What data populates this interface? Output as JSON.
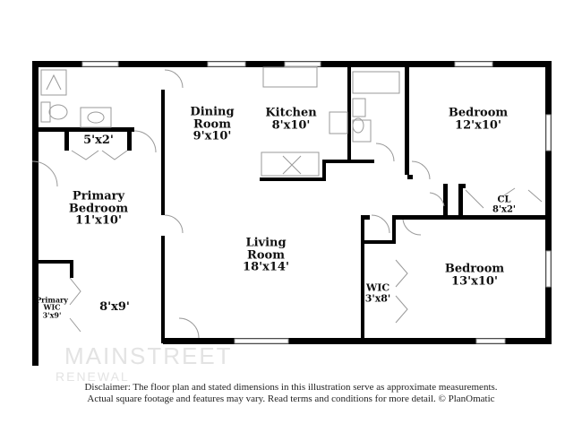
{
  "rooms": {
    "dining": {
      "name": "Dining\nRoom",
      "line1": "Dining",
      "line2": "Room",
      "dims": "9'x10'"
    },
    "kitchen": {
      "name": "Kitchen",
      "dims": "8'x10'"
    },
    "bedroom_top": {
      "name": "Bedroom",
      "dims": "12'x10'"
    },
    "bath_closet": {
      "dims": "5'x2'"
    },
    "primary_bedroom": {
      "line1": "Primary",
      "line2": "Bedroom",
      "dims": "11'x10'"
    },
    "closet": {
      "name": "CL",
      "dims": "8'x2'"
    },
    "living": {
      "line1": "Living",
      "line2": "Room",
      "dims": "18'x14'"
    },
    "bedroom_bottom": {
      "name": "Bedroom",
      "dims": "13'x10'"
    },
    "wic": {
      "name": "WIC",
      "dims": "3'x8'"
    },
    "primary_wic": {
      "line1": "Primary",
      "line2": "WIC",
      "dims": "3'x9'"
    },
    "primary_area": {
      "dims": "8'x9'"
    }
  },
  "watermark": {
    "line1": "MAINSTREET",
    "line2": "RENEWAL"
  },
  "disclaimer": {
    "line1": "Disclaimer: The floor plan and stated dimensions in this illustration serve as approximate measurements.",
    "line2": "Actual square footage and features may vary. Read terms and conditions for more detail. © PlanOmatic"
  },
  "colors": {
    "wall": "#000000",
    "fixture": "#999999",
    "watermark": "#e3e3e3"
  }
}
